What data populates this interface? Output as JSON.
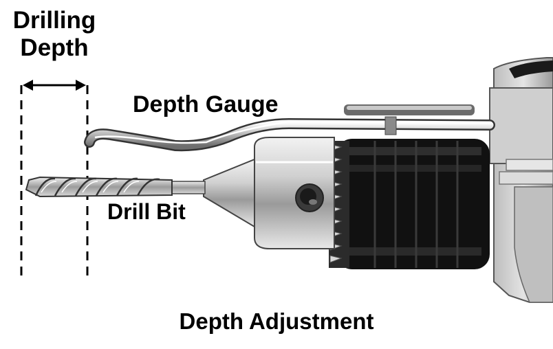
{
  "labels": {
    "drilling_depth_line1": "Drilling",
    "drilling_depth_line2": "Depth",
    "depth_gauge": "Depth Gauge",
    "drill_bit": "Drill Bit",
    "title": "Depth Adjustment"
  },
  "colors": {
    "ink": "#000000",
    "chuck_black": "#111111",
    "metal_light": "#e6e6e6",
    "metal_mid": "#a8a8a8",
    "metal_dark": "#555555"
  },
  "icons": [
    "double-arrow-icon"
  ]
}
